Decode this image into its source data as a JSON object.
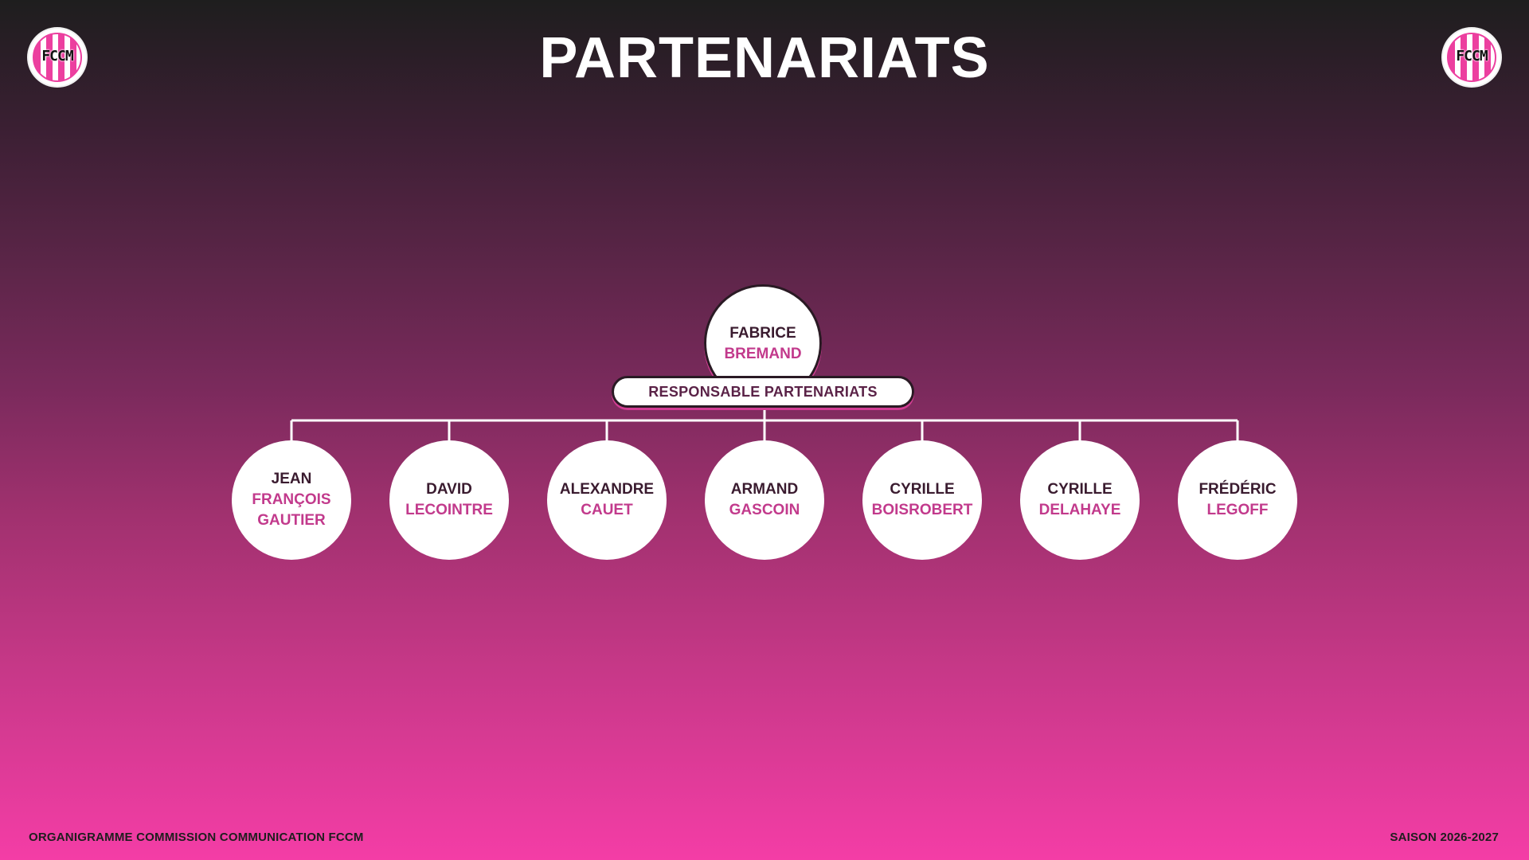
{
  "header": {
    "title": "PARTENARIATS",
    "logo_text": "FCCM"
  },
  "chart_data": {
    "type": "org-chart",
    "root": {
      "first": "FABRICE",
      "last": "BREMAND",
      "role": "RESPONSABLE PARTENARIATS"
    },
    "members": [
      {
        "first": "JEAN",
        "last": [
          "FRANÇOIS",
          "GAUTIER"
        ]
      },
      {
        "first": "DAVID",
        "last": [
          "LECOINTRE"
        ]
      },
      {
        "first": "ALEXANDRE",
        "last": [
          "CAUET"
        ]
      },
      {
        "first": "ARMAND",
        "last": [
          "GASCOIN"
        ]
      },
      {
        "first": "CYRILLE",
        "last": [
          "BOISROBERT"
        ]
      },
      {
        "first": "CYRILLE",
        "last": [
          "DELAHAYE"
        ]
      },
      {
        "first": "FRÉDÉRIC",
        "last": [
          "LEGOFF"
        ]
      }
    ]
  },
  "footer": {
    "left": "ORGANIGRAMME COMMISSION COMMUNICATION FCCM",
    "right": "SAISON 2026-2027"
  },
  "colors": {
    "accent": "#c23a8c",
    "dark": "#3a1b2f",
    "line": "#ffffff"
  }
}
